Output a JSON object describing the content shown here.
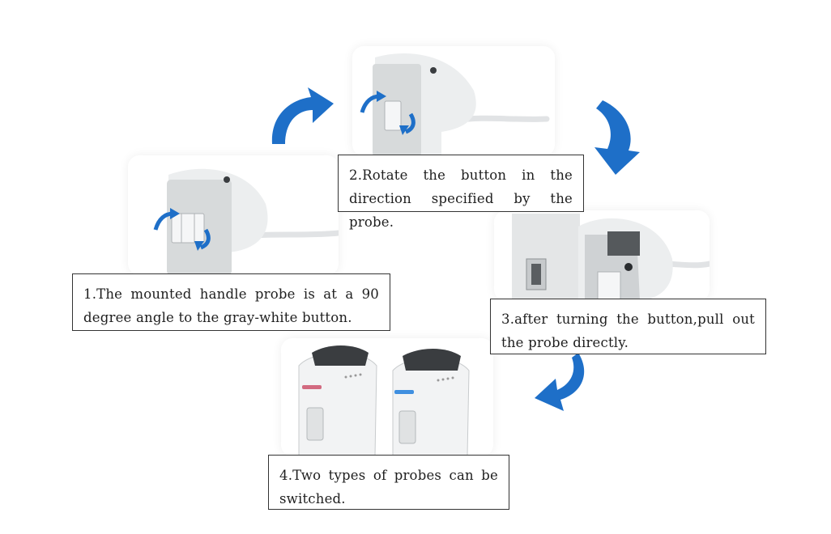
{
  "accent_color": "#1e6fc8",
  "steps": [
    {
      "label": "1.The mounted handle probe is at a 90 degree angle to the gray-white button."
    },
    {
      "label": "2.Rotate the button in the direction specified by the probe."
    },
    {
      "label": "3.after turning the button,pull out the probe directly."
    },
    {
      "label": "4.Two types of probes can be switched."
    }
  ],
  "icons": [
    "curved-arrow-icon"
  ]
}
